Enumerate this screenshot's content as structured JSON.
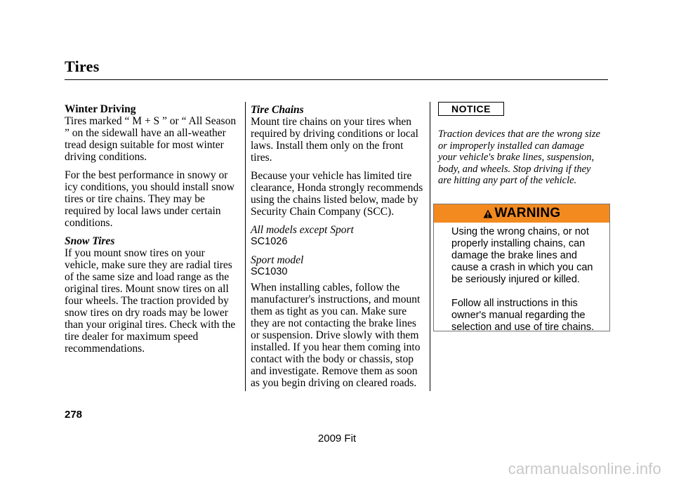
{
  "header": {
    "title": "Tires"
  },
  "left": {
    "heading": "Winter Driving",
    "p1": "Tires marked “ M  +  S ” or “ All Season ” on the sidewall have an all-weather tread design suitable for most winter driving conditions.",
    "p2": "For the best performance in snowy or icy conditions, you should install snow tires or tire chains. They may be required by local laws under certain conditions.",
    "subheading": "Snow Tires",
    "p3": "If you mount snow tires on your vehicle, make sure they are radial tires of the same size and load range as the original tires. Mount snow tires on all four wheels. The traction provided by snow tires on dry roads may be lower than your original tires. Check with the tire dealer for maximum speed recommendations."
  },
  "middle": {
    "subheading": "Tire Chains",
    "p1": "Mount tire chains on your tires when required by driving conditions or local laws. Install them only on the front tires.",
    "p2": "Because your vehicle has limited tire clearance, Honda strongly recommends using the chains listed below, made by Security Chain Company (SCC).",
    "model_label_1": "All models except Sport",
    "model_code_1": "SC1026",
    "model_label_2": "Sport model",
    "model_code_2": "SC1030",
    "p3": "When installing cables, follow the manufacturer's instructions, and mount them as tight as you can. Make sure they are not contacting the brake lines or suspension. Drive slowly with them installed. If you hear them coming into contact with the body or chassis, stop and investigate. Remove them as soon as you begin driving on cleared roads."
  },
  "right": {
    "notice_label": "NOTICE",
    "notice_text": "Traction devices that are the wrong size or improperly installed can damage your vehicle's brake lines, suspension, body, and wheels. Stop driving if they are hitting any part of the vehicle.",
    "warning_label": "WARNING",
    "warning_p1": "Using the wrong chains, or not properly installing chains, can damage the brake lines and cause a crash in which you can be seriously injured or killed.",
    "warning_p2": "Follow all instructions in this owner's manual regarding the selection and use of tire chains.",
    "warning_color": "#f28a1f"
  },
  "footer": {
    "page_number": "278",
    "model": "2009  Fit",
    "watermark": "carmanualsonline.info"
  }
}
